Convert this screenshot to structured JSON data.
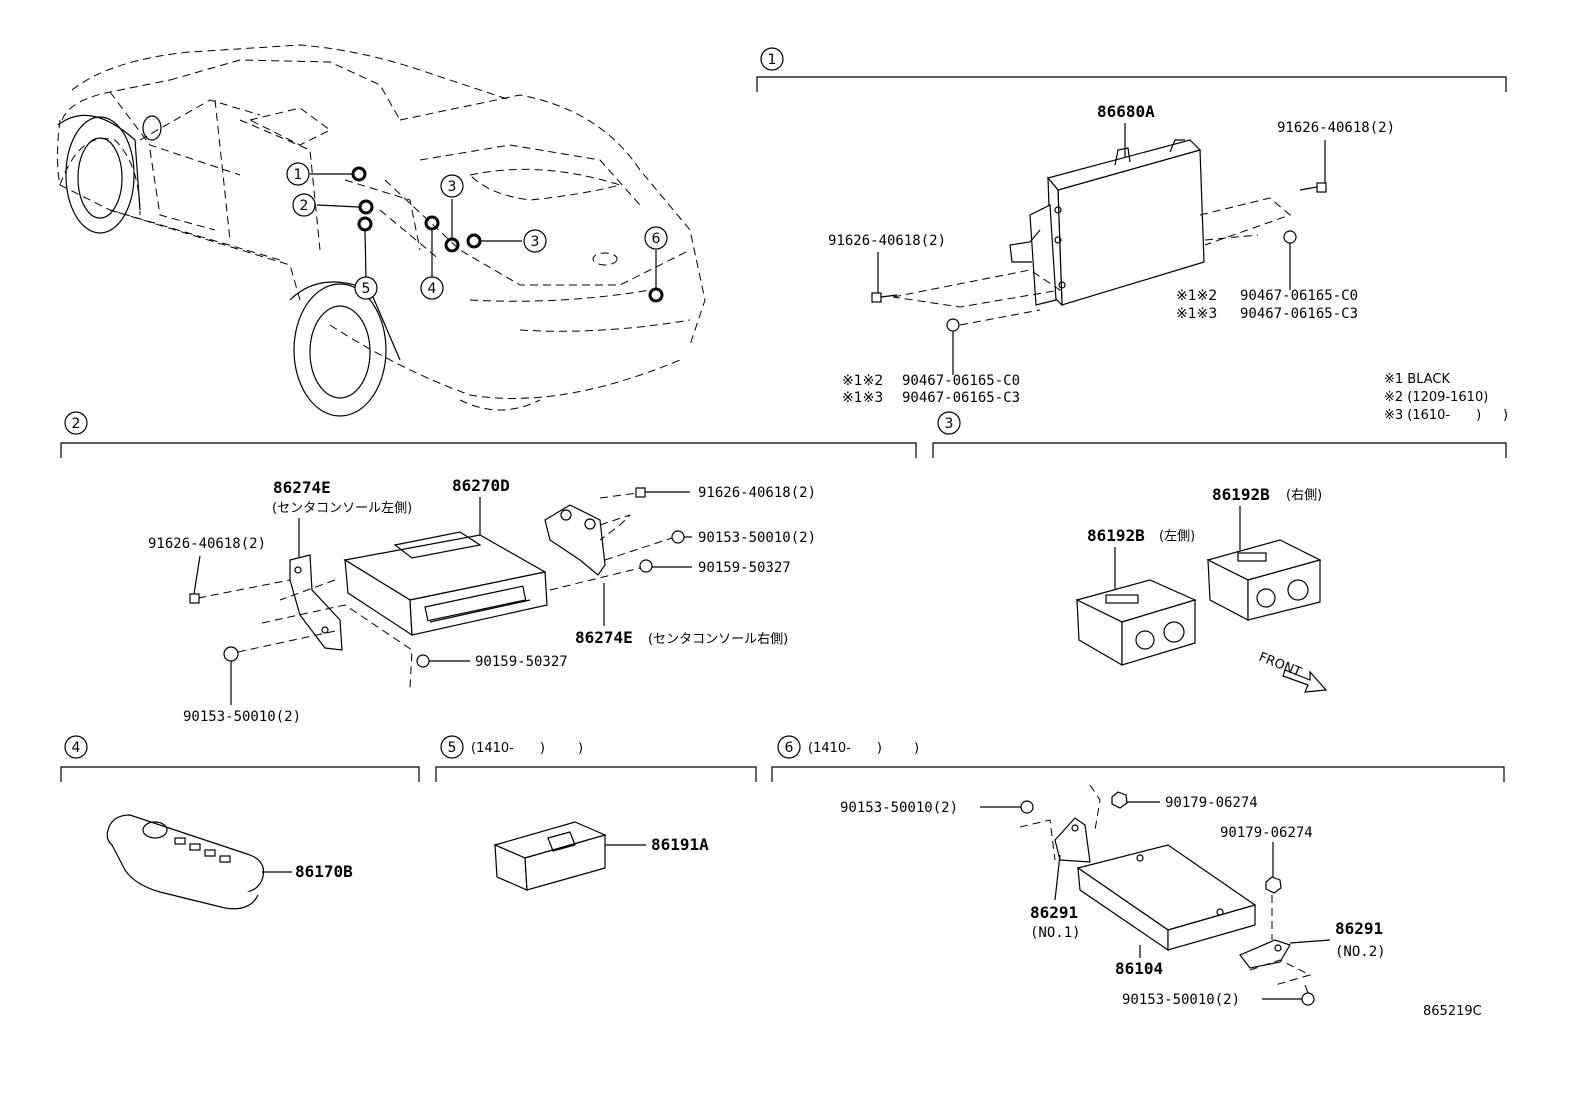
{
  "sections": {
    "s1": {
      "num": "1"
    },
    "s2": {
      "num": "2"
    },
    "s3": {
      "num": "3"
    },
    "s4": {
      "num": "4"
    },
    "s5": {
      "num": "5",
      "note": "(1410-　　)"
    },
    "s6": {
      "num": "6",
      "note": "(1410-　　)"
    }
  },
  "car_callouts": [
    "1",
    "2",
    "5",
    "4",
    "3",
    "3",
    "6"
  ],
  "s1": {
    "main": "86680A",
    "bolt_tr": "91626-40618(2)",
    "bolt_l": "91626-40618(2)",
    "r_mark1": "※1※2",
    "r_part1": "90467-06165-C0",
    "r_mark2": "※1※3",
    "r_part2": "90467-06165-C3",
    "b_mark1": "※1※2",
    "b_part1": "90467-06165-C0",
    "b_mark2": "※1※3",
    "b_part2": "90467-06165-C3"
  },
  "legend": {
    "l1": "※1 BLACK",
    "l2": "※2 (1209-1610)",
    "l3": "※3 (1610-　　)"
  },
  "s2": {
    "bracket_l": "86274E",
    "bracket_l_note": "(センタコンソール左側)",
    "main": "86270D",
    "bolt_tr": "91626-40618(2)",
    "screw_r1": "90153-50010(2)",
    "screw_r2": "90159-50327",
    "bracket_r": "86274E",
    "bracket_r_note": "(センタコンソール右側)",
    "bolt_l": "91626-40618(2)",
    "screw_bc": "90159-50327",
    "screw_bl": "90153-50010(2)"
  },
  "s3": {
    "right_part": "86192B",
    "right_note": "(右側)",
    "left_part": "86192B",
    "left_note": "(左側)",
    "front": "FRONT"
  },
  "s4": {
    "part": "86170B"
  },
  "s5": {
    "part": "86191A"
  },
  "s6": {
    "screw_tl": "90153-50010(2)",
    "nut_t": "90179-06274",
    "nut_r": "90179-06274",
    "bracket1": "86291",
    "bracket1_note": "(NO.1)",
    "bracket2": "86291",
    "bracket2_note": "(NO.2)",
    "main": "86104",
    "screw_b": "90153-50010(2)"
  },
  "diagram_code": "865219C"
}
